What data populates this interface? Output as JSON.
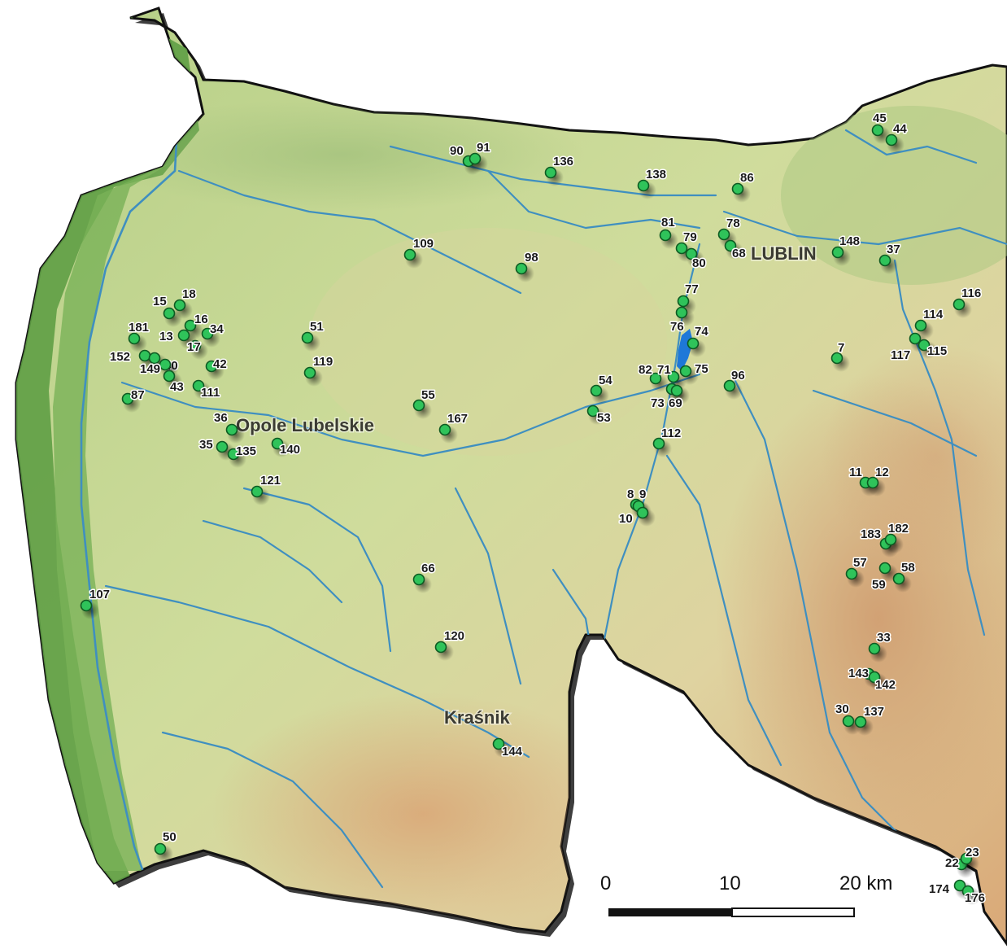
{
  "cities": [
    {
      "name": "LUBLIN"
    },
    {
      "name": "Opole Lubelskie"
    },
    {
      "name": "Kraśnik"
    }
  ],
  "sites": [
    "45",
    "44",
    "90",
    "91",
    "136",
    "138",
    "86",
    "81",
    "79",
    "78",
    "80",
    "68",
    "148",
    "37",
    "109",
    "98",
    "116",
    "114",
    "117",
    "115",
    "77",
    "76",
    "74",
    "75",
    "82",
    "71",
    "73",
    "69",
    "96",
    "7",
    "54",
    "53",
    "112",
    "55",
    "167",
    "8",
    "9",
    "10",
    "11",
    "12",
    "183",
    "182",
    "57",
    "58",
    "59",
    "33",
    "143",
    "142",
    "30",
    "137",
    "15",
    "18",
    "181",
    "16",
    "34",
    "13",
    "17",
    "152",
    "40",
    "149",
    "42",
    "43",
    "111",
    "87",
    "51",
    "119",
    "36",
    "35",
    "135",
    "140",
    "121",
    "66",
    "120",
    "107",
    "144",
    "50",
    "22",
    "23",
    "174",
    "176"
  ],
  "scale_bar": {
    "label_0": "0",
    "label_10": "10",
    "label_20": "20 km"
  },
  "colors": {
    "lowland": "#6aa849",
    "upland": "#c7d892",
    "highland": "#d8b583",
    "river": "#3f8fc0",
    "lake": "#1e78d8",
    "site": "#2fc35a"
  }
}
